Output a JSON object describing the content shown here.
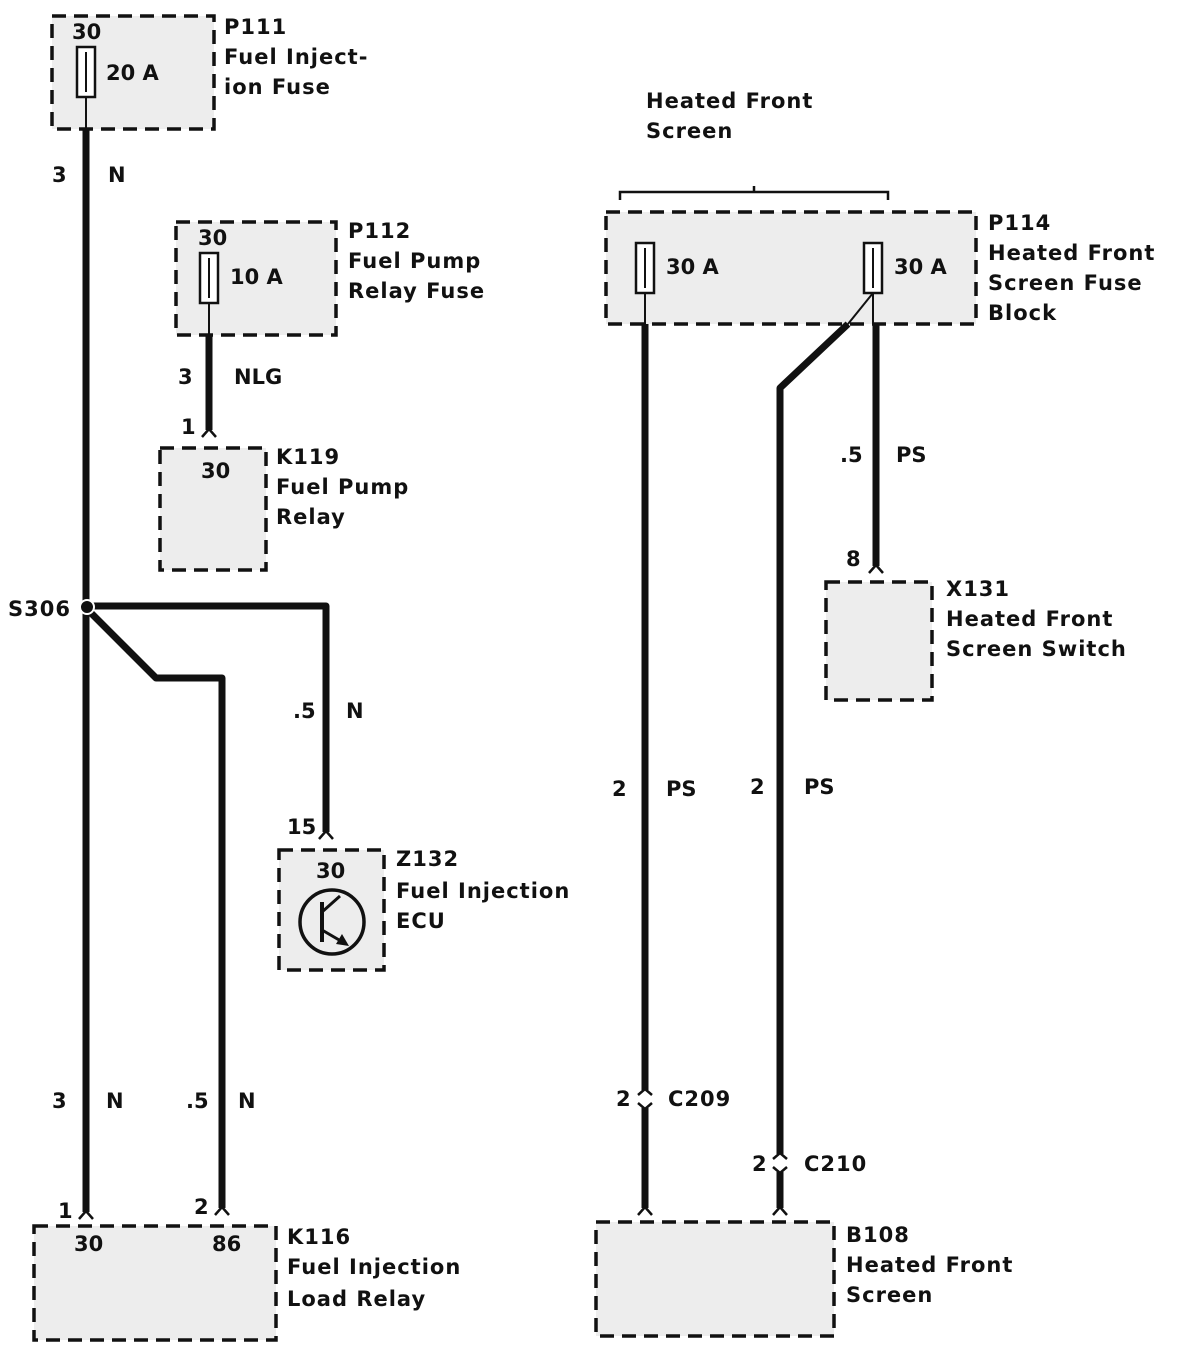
{
  "components": {
    "p111": {
      "id": "P111",
      "line1": "Fuel Inject-",
      "line2": "ion Fuse",
      "terminal": "30",
      "rating": "20 A"
    },
    "p112": {
      "id": "P112",
      "line1": "Fuel Pump",
      "line2": "Relay Fuse",
      "terminal": "30",
      "rating": "10 A"
    },
    "k119": {
      "id": "K119",
      "line1": "Fuel Pump",
      "line2": "Relay",
      "terminal": "30",
      "pin": "1"
    },
    "z132": {
      "id": "Z132",
      "line1": "Fuel Injection",
      "line2": "ECU",
      "terminal": "30",
      "pin": "15"
    },
    "k116": {
      "id": "K116",
      "line1": "Fuel Injection",
      "line2": "Load Relay",
      "terminal_a": "30",
      "terminal_b": "86",
      "pin_a": "1",
      "pin_b": "2"
    },
    "p114": {
      "id": "P114",
      "line1": "Heated Front",
      "line2": "Screen Fuse",
      "line3": "Block",
      "rating_a": "30 A",
      "rating_b": "30 A"
    },
    "x131": {
      "id": "X131",
      "line1": "Heated Front",
      "line2": "Screen Switch",
      "pin": "8"
    },
    "b108": {
      "id": "B108",
      "line1": "Heated Front",
      "line2": "Screen"
    }
  },
  "group": {
    "line1": "Heated Front",
    "line2": "Screen"
  },
  "splice": {
    "id": "S306"
  },
  "connectors": {
    "c209": {
      "id": "C209",
      "pin": "2"
    },
    "c210": {
      "id": "C210",
      "pin": "2"
    }
  },
  "wires": {
    "w1": {
      "size": "3",
      "color": "N"
    },
    "w2": {
      "size": "3",
      "color": "NLG"
    },
    "w3": {
      "size": ".5",
      "color": "N"
    },
    "w4": {
      "size": "3",
      "color": "N"
    },
    "w5": {
      "size": ".5",
      "color": "N"
    },
    "w6": {
      "size": ".5",
      "color": "PS"
    },
    "w7": {
      "size": "2",
      "color": "PS"
    },
    "w8": {
      "size": "2",
      "color": "PS"
    }
  }
}
